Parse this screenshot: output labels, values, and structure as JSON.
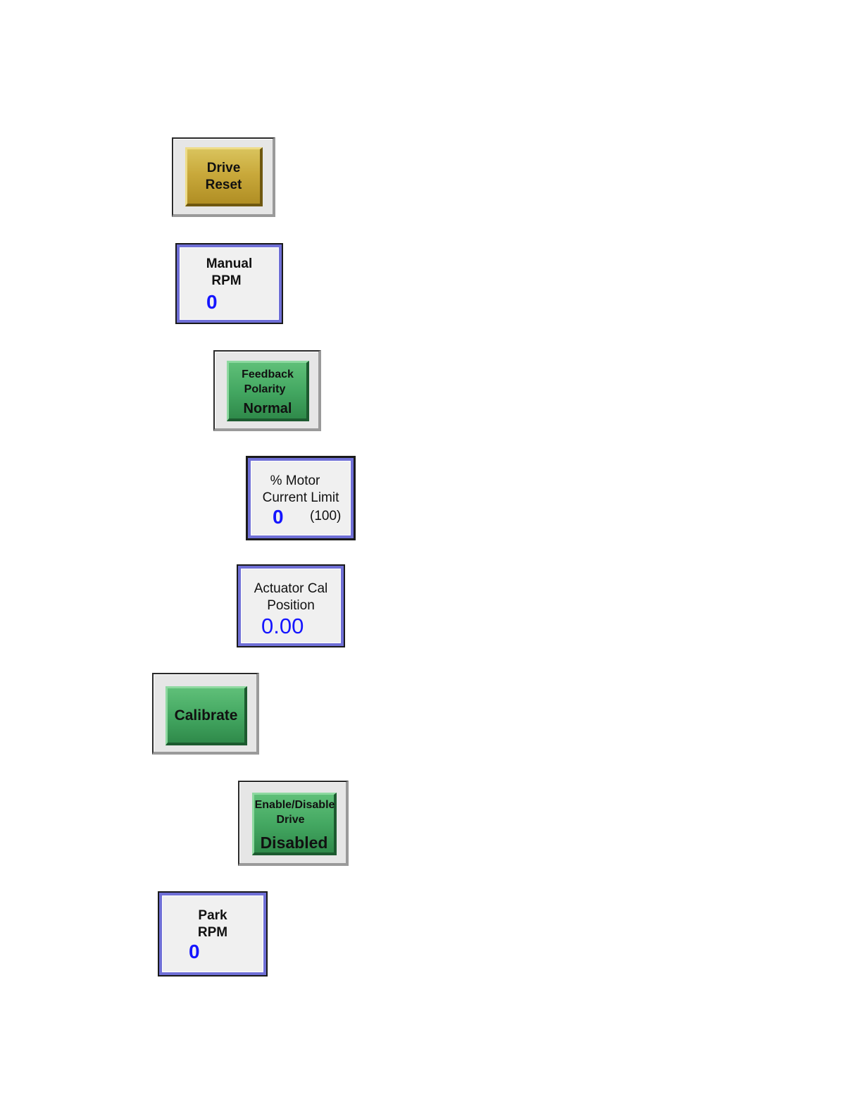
{
  "drive_reset": {
    "line1": "Drive",
    "line2": "Reset"
  },
  "manual_rpm": {
    "line1": "Manual",
    "line2": "RPM",
    "value": "0"
  },
  "feedback_polarity": {
    "line1": "Feedback",
    "line2": "Polarity",
    "state": "Normal"
  },
  "motor_current_limit": {
    "line1": "% Motor",
    "line2": "Current Limit",
    "value": "0",
    "limit": "(100)"
  },
  "actuator_cal": {
    "line1": "Actuator Cal",
    "line2": "Position",
    "value": "0.00"
  },
  "calibrate": {
    "label": "Calibrate"
  },
  "enable_disable_drive": {
    "line1": "Enable/Disable",
    "line2": "Drive",
    "state": "Disabled"
  },
  "park_rpm": {
    "line1": "Park",
    "line2": "RPM",
    "value": "0"
  },
  "colors": {
    "gold_button": "#c9a93b",
    "green_button": "#44a862",
    "field_border": "#6f6fd6",
    "value_text": "#1515ff"
  }
}
